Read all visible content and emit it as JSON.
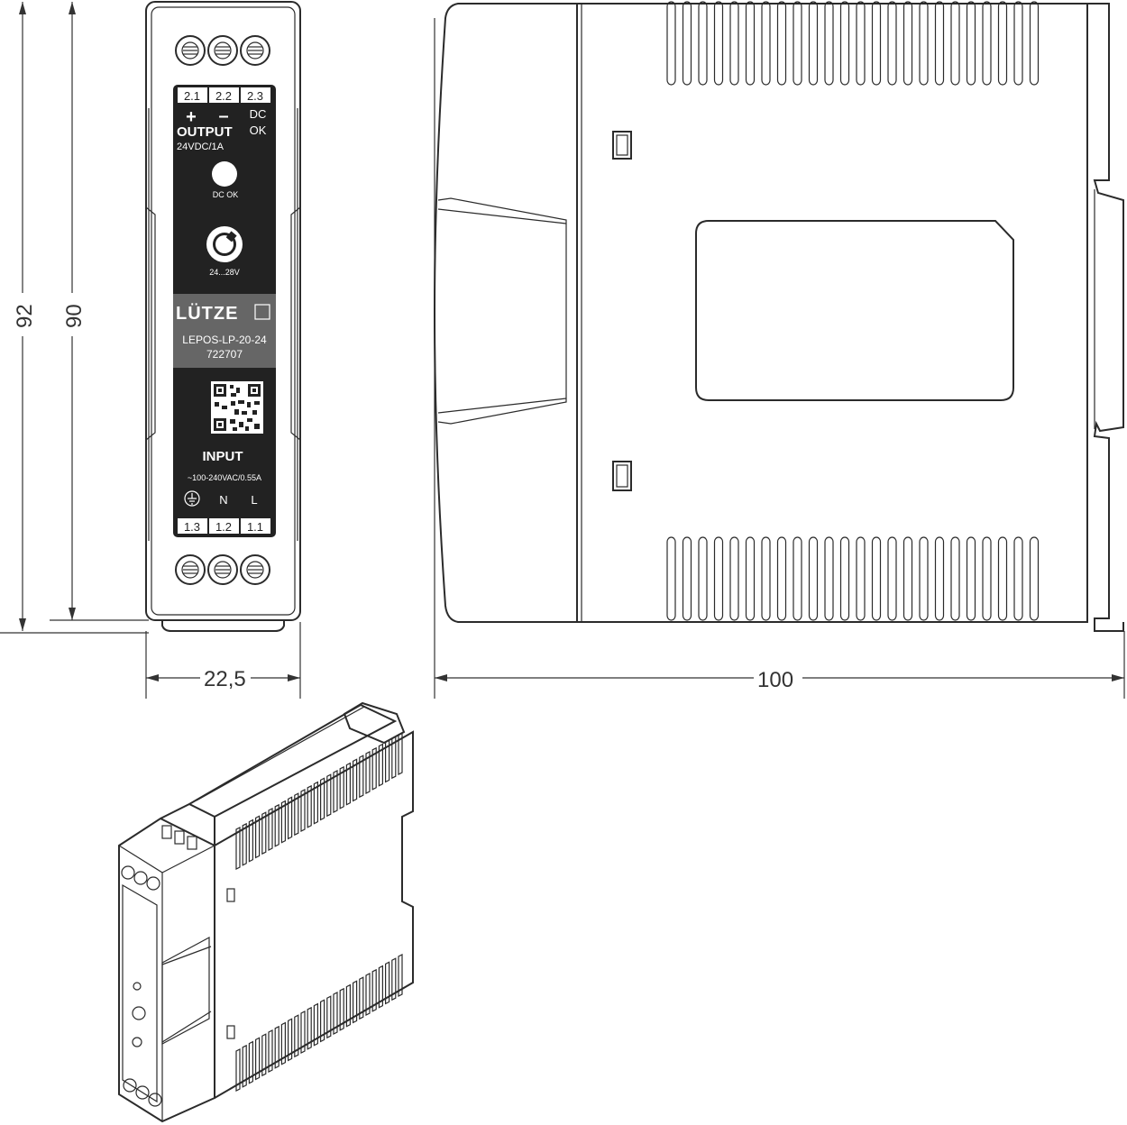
{
  "dimensions": {
    "height_outer": "92",
    "height_inner": "90",
    "width_front": "22,5",
    "depth_side": "100"
  },
  "front_label": {
    "output_terminals": [
      "2.1",
      "2.2",
      "2.3"
    ],
    "plus": "+",
    "minus": "–",
    "dc_ok_line1": "DC",
    "dc_ok_line2": "OK",
    "output_title": "OUTPUT",
    "output_rating": "24VDC/1A",
    "led_label": "DC OK",
    "pot_label": "24...28V",
    "brand": "LÜTZE",
    "model": "LEPOS-LP-20-24",
    "article_no": "722707",
    "input_title": "INPUT",
    "input_rating": "~100-240VAC/0.55A",
    "input_n": "N",
    "input_l": "L",
    "input_terminals": [
      "1.3",
      "1.2",
      "1.1"
    ]
  },
  "colors": {
    "panel": "#222222",
    "brand_band": "#666666",
    "line": "#2b2b2b"
  }
}
